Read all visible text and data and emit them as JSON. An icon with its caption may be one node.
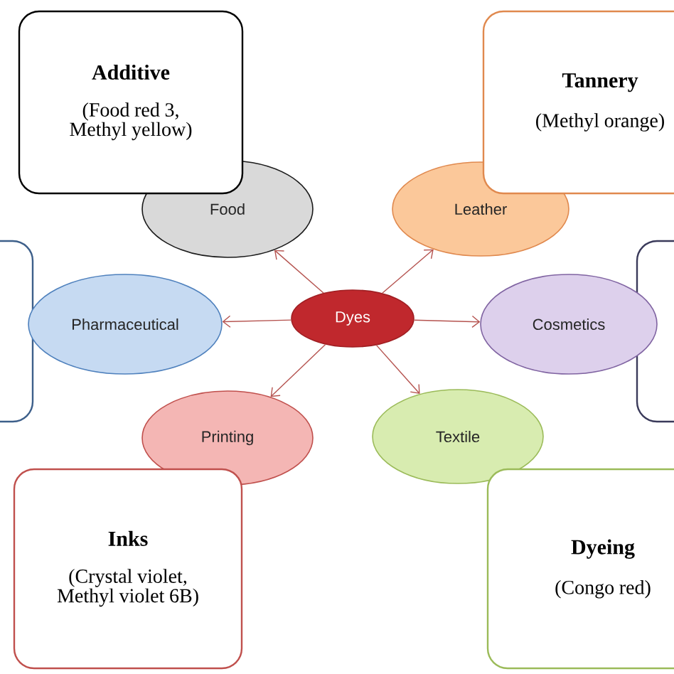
{
  "diagram": {
    "nodes": [
      {
        "text": [
          "Additive",
          "(Food red 3, Methyl yellow)"
        ]
      },
      {
        "text": [
          "Tannery",
          "(Methyl orange)"
        ]
      },
      {
        "text": [
          "Food"
        ]
      },
      {
        "text": [
          "Leather"
        ]
      },
      {
        "text": [],
        "shape": "box"
      },
      {
        "text": [
          "Pharmaceutical"
        ]
      },
      {
        "text": [
          "Dyes"
        ]
      },
      {
        "text": [
          "Cosmetics"
        ]
      },
      {
        "text": [],
        "shape": "box"
      },
      {
        "text": [
          "Printing"
        ]
      },
      {
        "text": [
          "Textile"
        ]
      },
      {
        "text": [
          "Inks",
          "(Crystal violet, Methyl violet 6B)"
        ]
      },
      {
        "text": [
          "Dyeing",
          "(Congo red)"
        ]
      }
    ],
    "edges": [
      {
        "from": 6,
        "to": 2,
        "arrow": "to"
      },
      {
        "from": 6,
        "to": 3,
        "arrow": "to"
      },
      {
        "from": 6,
        "to": 5,
        "arrow": "to"
      },
      {
        "from": 6,
        "to": 7,
        "arrow": "to"
      },
      {
        "from": 6,
        "to": 9,
        "arrow": "to"
      },
      {
        "from": 6,
        "to": 10,
        "arrow": "to"
      }
    ]
  }
}
